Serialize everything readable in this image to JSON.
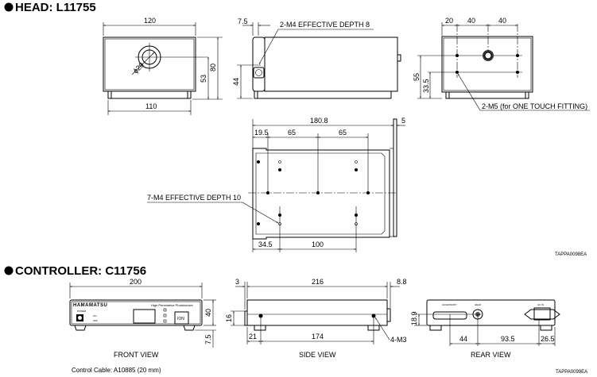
{
  "head": {
    "title": "HEAD: L11755",
    "front": {
      "width": "120",
      "foot_width": "110",
      "height": "80",
      "center_height": "53",
      "diameter": "ϕ20"
    },
    "side": {
      "offset": "7.5",
      "height": "44",
      "note": "2-M4 EFFECTIVE DEPTH 8"
    },
    "rear": {
      "d1": "20",
      "d2": "40",
      "d3": "40",
      "h1": "55",
      "h2": "33.5",
      "note": "2-M5 (for ONE TOUCH FITTING)"
    },
    "bottom": {
      "length": "180.8",
      "protrusion": "5",
      "d1": "19.5",
      "d2": "65",
      "d3": "65",
      "b1": "34.5",
      "b2": "100",
      "note": "7-M4 EFFECTIVE DEPTH 10"
    },
    "drawing_code": "TAPPA0098EA"
  },
  "controller": {
    "title": "CONTROLLER: C11756",
    "front": {
      "width": "200",
      "height": "40",
      "foot": "7.5",
      "label": "FRONT VIEW",
      "brand": "HAMAMATSU",
      "product": "High Penetrative Photoionizer",
      "power": "POWER",
      "on": "ON",
      "off": "OFF",
      "ion": "ION"
    },
    "side": {
      "d_front": "3",
      "length": "216",
      "d_rear": "8.8",
      "height": "16",
      "b1": "21",
      "b2": "174",
      "note": "4-M3",
      "label": "SIDE VIEW"
    },
    "rear": {
      "height": "18.9",
      "d1": "44",
      "d2": "93.5",
      "d3": "26.5",
      "label": "REAR VIEW",
      "accessory": "ACCESSORY",
      "head": "HEAD",
      "ac": "AC IN"
    },
    "cable": "Control Cable: A10885 (20 mm)",
    "drawing_code": "TAPPA0099EA"
  }
}
